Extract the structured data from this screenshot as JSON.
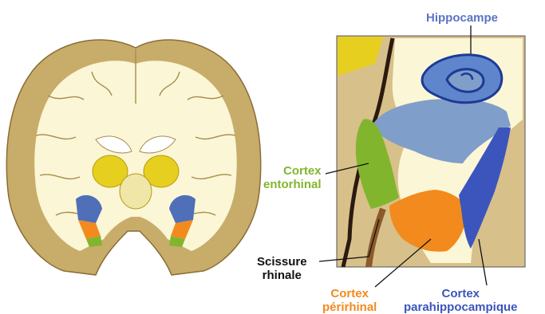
{
  "labels": {
    "hippocampe": "Hippocampe",
    "cortex_entorhinal": {
      "line1": "Cortex",
      "line2": "entorhinal"
    },
    "scissure_rhinale": {
      "line1": "Scissure",
      "line2": "rhinale"
    },
    "cortex_perirhinal": {
      "line1": "Cortex",
      "line2": "périrhinal"
    },
    "cortex_parahippocampique": {
      "line1": "Cortex",
      "line2": "parahippocampique"
    }
  },
  "colors": {
    "hippocampe": "#5a74c4",
    "entorhinal": "#82b52e",
    "scissure": "#111111",
    "perirhinal": "#f28a1d",
    "parahippocampique": "#3c55bd",
    "white_matter": "#fbf6d6",
    "gray_matter": "#c8ad6a",
    "hippocampal_fill": "#7f9ec9",
    "dark_blue": "#1d3a95",
    "yellow_nucleus": "#e7cf1f",
    "brown_sulcus": "#8b5a2b"
  }
}
